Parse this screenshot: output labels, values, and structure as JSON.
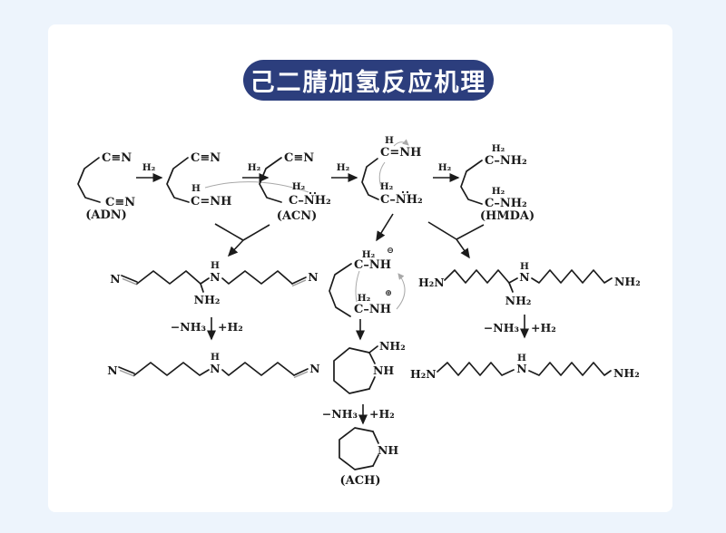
{
  "title": "己二腈加氢反应机理",
  "colors": {
    "page_bg": "#edf4fc",
    "card_bg": "#ffffff",
    "banner_bg": "#2c3e7d",
    "banner_text": "#ffffff",
    "bond_ink": "#1b1b1b",
    "faint_gray": "#a8a8a8"
  },
  "common": {
    "h2": "H₂",
    "h": "H",
    "n": "N",
    "nh": "NH",
    "nh2": "NH₂",
    "h2n": "H₂N",
    "cn": "C≡N",
    "cnh": "C=NH",
    "cnh2": "C–NH₂",
    "cnh_single": "C–NH",
    "minus_nh3": "−NH₃",
    "plus_h2": "+H₂",
    "minus_charge": "⊖",
    "plus_charge": "⊕"
  },
  "captions": {
    "adn": "(ADN)",
    "acn": "(ACN)",
    "hmda": "(HMDA)",
    "ach": "(ACH)"
  }
}
